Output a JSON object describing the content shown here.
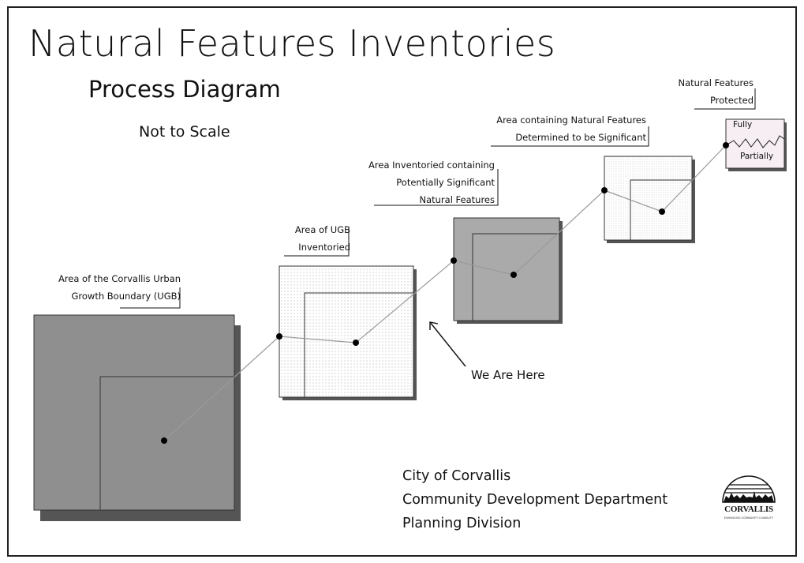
{
  "header": {
    "title": "Natural Features Inventories",
    "subtitle": "Process Diagram",
    "scale_note": "Not to Scale"
  },
  "stages": [
    {
      "lines": [
        "Area of the Corvallis Urban",
        "Growth Boundary (UGB)"
      ]
    },
    {
      "lines": [
        "Area of UGB",
        "Inventoried"
      ]
    },
    {
      "lines": [
        "Area Inventoried containing",
        "Potentially Significant",
        "Natural Features"
      ]
    },
    {
      "lines": [
        "Area containing Natural Features",
        "Determined to be Significant"
      ]
    },
    {
      "lines": [
        "Natural Features",
        "Protected"
      ]
    }
  ],
  "protection_levels": {
    "fully": "Fully",
    "partially": "Partially"
  },
  "pointer_label": "We Are Here",
  "organization": {
    "line1": "City of Corvallis",
    "line2": "Community Development Department",
    "line3": "Planning Division"
  },
  "logo": {
    "text": "CORVALLIS",
    "sub": "ENHANCING COMMUNITY LIVABILITY"
  },
  "colors": {
    "dark_fill": "#8f8f8f",
    "mid_fill": "#aaaaaa",
    "light_fill": "#ececec",
    "pink_fill": "#f6eef3",
    "shadow": "#555555"
  }
}
